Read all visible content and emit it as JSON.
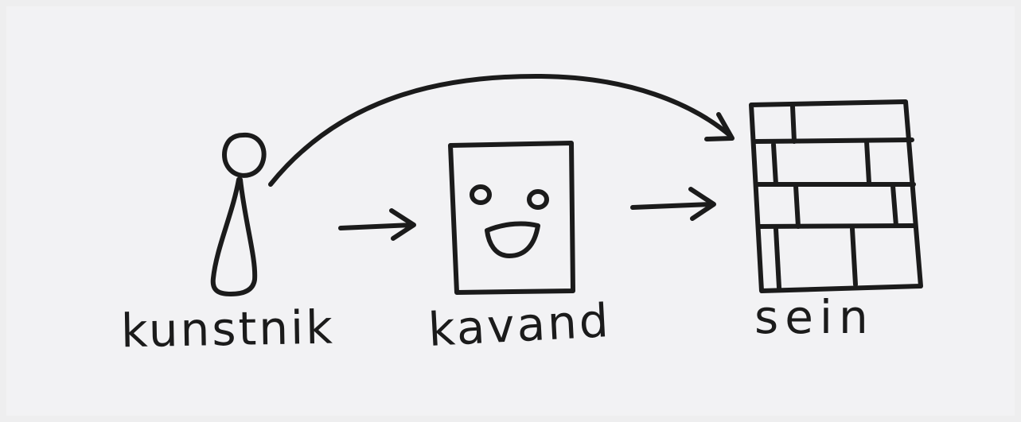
{
  "diagram": {
    "nodes": [
      {
        "id": "artist",
        "label": "kunstnik",
        "icon": "stick-figure-icon"
      },
      {
        "id": "canvas",
        "label": "kavand",
        "icon": "smiling-canvas-icon"
      },
      {
        "id": "wall",
        "label": "sein",
        "icon": "brick-wall-icon"
      }
    ],
    "edges": [
      {
        "from": "artist",
        "to": "canvas",
        "style": "straight"
      },
      {
        "from": "canvas",
        "to": "wall",
        "style": "straight"
      },
      {
        "from": "artist",
        "to": "wall",
        "style": "curved"
      }
    ],
    "ink_color": "#1b1b1b",
    "paper_color": "#f2f2f4"
  }
}
